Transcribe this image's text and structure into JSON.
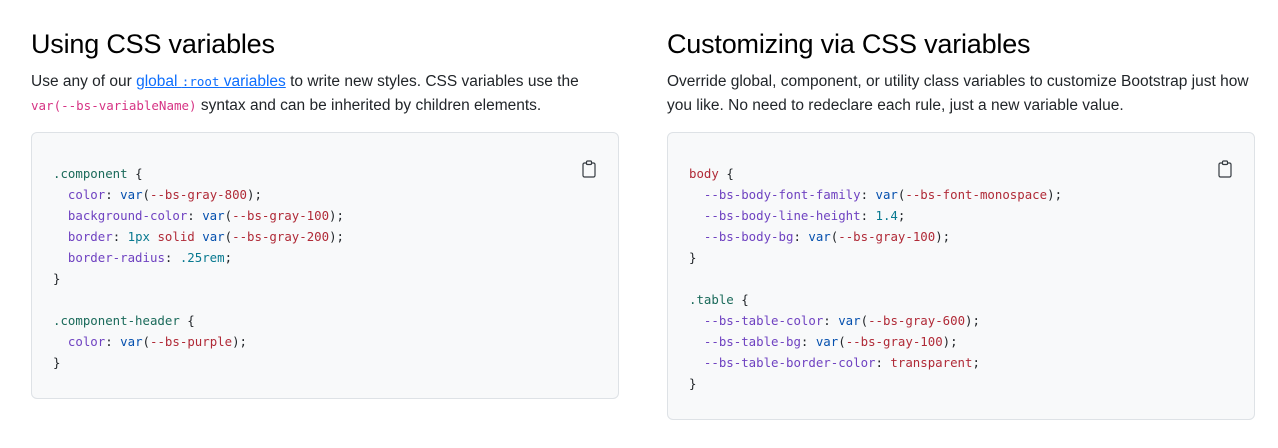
{
  "sections": [
    {
      "title": "Using CSS variables",
      "description": {
        "before_link": "Use any of our ",
        "link_text_1": "global ",
        "link_code": ":root",
        "link_text_2": " variables",
        "after_link": " to write new styles. CSS variables use the ",
        "inline_code": "var(--bs-variableName)",
        "end": " syntax and can be inherited by children elements."
      },
      "copy_icon": "clipboard-icon",
      "code_lines": [
        ".component {",
        "  color: var(--bs-gray-800);",
        "  background-color: var(--bs-gray-100);",
        "  border: 1px solid var(--bs-gray-200);",
        "  border-radius: .25rem;",
        "}",
        "",
        ".component-header {",
        "  color: var(--bs-purple);",
        "}"
      ]
    },
    {
      "title": "Customizing via CSS variables",
      "description": {
        "text": "Override global, component, or utility class variables to customize Bootstrap just how you like. No need to redeclare each rule, just a new variable value."
      },
      "copy_icon": "clipboard-icon",
      "code_lines": [
        "body {",
        "  --bs-body-font-family: var(--bs-font-monospace);",
        "  --bs-body-line-height: 1.4;",
        "  --bs-body-bg: var(--bs-gray-100);",
        "}",
        "",
        ".table {",
        "  --bs-table-color: var(--bs-gray-600);",
        "  --bs-table-bg: var(--bs-gray-100);",
        "  --bs-table-border-color: transparent;",
        "}"
      ]
    }
  ],
  "colors": {
    "link": "#0d6efd",
    "inline_code": "#d63384",
    "code_bg": "#f8f9fa",
    "code_border": "#dee2e6"
  }
}
